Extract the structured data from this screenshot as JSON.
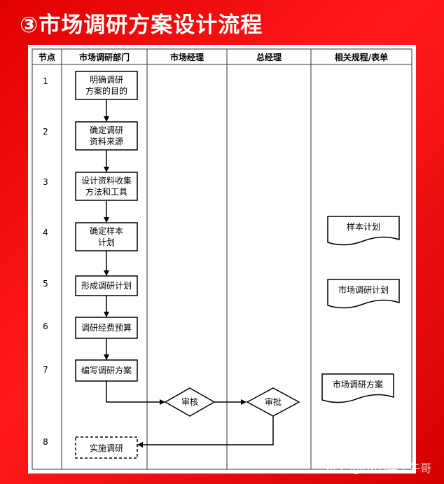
{
  "title": "③市场调研方案设计流程",
  "columns": [
    "节点",
    "市场调研部门",
    "市场经理",
    "总经理",
    "相关规程/表单"
  ],
  "nodes": [
    "1",
    "2",
    "3",
    "4",
    "5",
    "6",
    "7",
    "8"
  ],
  "steps": [
    {
      "line1": "明确调研",
      "line2": "方案的目的"
    },
    {
      "line1": "确定调研",
      "line2": "资料来源"
    },
    {
      "line1": "设计资料收集",
      "line2": "方法和工具"
    },
    {
      "line1": "确定样本",
      "line2": "计划"
    },
    {
      "line1": "形成调研计划",
      "line2": ""
    },
    {
      "line1": "调研经费预算",
      "line2": ""
    },
    {
      "line1": "编写调研方案",
      "line2": ""
    }
  ],
  "decisions": {
    "review": "审核",
    "approve": "审批"
  },
  "final_step": "实施调研",
  "documents": [
    "样本计划",
    "市场调研计划",
    "市场调研方案"
  ],
  "watermark": "知乎 @HRD学堂午哥"
}
